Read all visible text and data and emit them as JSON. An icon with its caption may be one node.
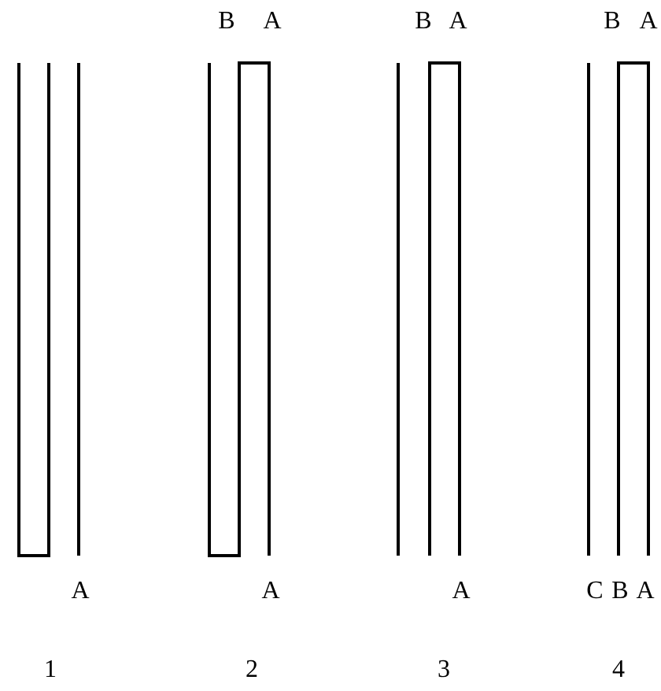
{
  "diagram": {
    "labels": [
      "B",
      "A",
      "B",
      "A",
      "B",
      "A",
      "A",
      "A",
      "A",
      "C",
      "B",
      "A",
      "1",
      "2",
      "3",
      "4"
    ]
  }
}
